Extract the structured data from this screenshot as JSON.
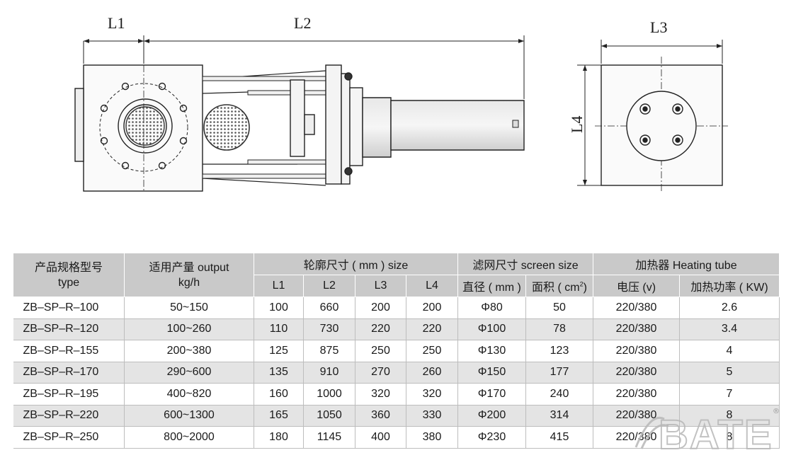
{
  "drawing": {
    "dim_labels": {
      "l1": "L1",
      "l2": "L2",
      "l3": "L3",
      "l4": "L4"
    }
  },
  "table": {
    "header": {
      "type_cn": "产品规格型号",
      "type_en": "type",
      "output_cn": "适用产量 output",
      "output_unit": "kg/h",
      "outline": "轮廓尺寸 ( mm ) size",
      "screen": "滤网尺寸 screen size",
      "heater": "加热器 Heating tube",
      "sub": {
        "l1": "L1",
        "l2": "L2",
        "l3": "L3",
        "l4": "L4",
        "diameter": "直径 ( mm )",
        "area_pre": "面积 ( cm",
        "area_sup": "2",
        "area_post": ")",
        "voltage": "电压 (v)",
        "power": "加热功率 ( KW)"
      }
    },
    "rows": [
      {
        "type": "ZB–SP–R–100",
        "output": "50~150",
        "l1": "100",
        "l2": "660",
        "l3": "200",
        "l4": "200",
        "dia": "Φ80",
        "area": "50",
        "volt": "220/380",
        "power": "2.6"
      },
      {
        "type": "ZB–SP–R–120",
        "output": "100~260",
        "l1": "110",
        "l2": "730",
        "l3": "220",
        "l4": "220",
        "dia": "Φ100",
        "area": "78",
        "volt": "220/380",
        "power": "3.4"
      },
      {
        "type": "ZB–SP–R–155",
        "output": "200~380",
        "l1": "125",
        "l2": "875",
        "l3": "250",
        "l4": "250",
        "dia": "Φ130",
        "area": "123",
        "volt": "220/380",
        "power": "4"
      },
      {
        "type": "ZB–SP–R–170",
        "output": "290~600",
        "l1": "135",
        "l2": "910",
        "l3": "270",
        "l4": "260",
        "dia": "Φ150",
        "area": "177",
        "volt": "220/380",
        "power": "5"
      },
      {
        "type": "ZB–SP–R–195",
        "output": "400~820",
        "l1": "160",
        "l2": "1000",
        "l3": "320",
        "l4": "320",
        "dia": "Φ170",
        "area": "240",
        "volt": "220/380",
        "power": "7"
      },
      {
        "type": "ZB–SP–R–220",
        "output": "600~1300",
        "l1": "165",
        "l2": "1050",
        "l3": "360",
        "l4": "330",
        "dia": "Φ200",
        "area": "314",
        "volt": "220/380",
        "power": "8"
      },
      {
        "type": "ZB–SP–R–250",
        "output": "800~2000",
        "l1": "180",
        "l2": "1145",
        "l3": "400",
        "l4": "380",
        "dia": "Φ230",
        "area": "415",
        "volt": "220/380",
        "power": "8"
      }
    ]
  },
  "logo": {
    "text": "BATE",
    "mark": "®"
  }
}
